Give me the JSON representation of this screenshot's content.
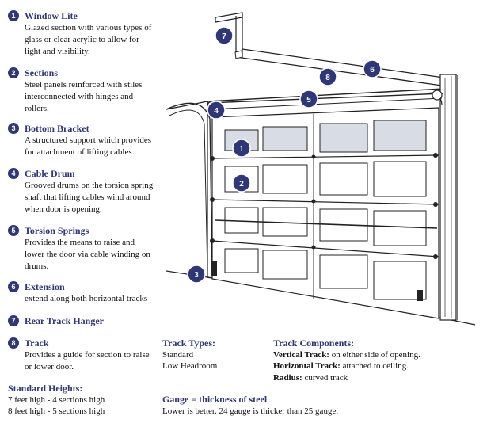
{
  "legend": [
    {
      "num": "1",
      "title": "Window Lite",
      "desc": [
        "Glazed section with various types of",
        "glass or clear acrylic to allow for",
        "light and visibility."
      ]
    },
    {
      "num": "2",
      "title": "Sections",
      "desc": [
        "Steel panels reinforced with stiles",
        "interconnected with hinges and",
        "rollers."
      ]
    },
    {
      "num": "3",
      "title": "Bottom Bracket",
      "desc": [
        "A structured support which provides",
        "for attachment of lifting cables."
      ]
    },
    {
      "num": "4",
      "title": "Cable Drum",
      "desc": [
        "Grooved drums on the torsion spring",
        "shaft that lifting cables wind around",
        "when door is opening."
      ]
    },
    {
      "num": "5",
      "title": "Torsion Springs",
      "desc": [
        "Provides the means to raise and",
        "lower the door via cable winding on",
        "drums."
      ]
    },
    {
      "num": "6",
      "title": "Extension",
      "desc": [
        "extend along both horizontal tracks"
      ]
    },
    {
      "num": "7",
      "title": "Rear Track Hanger",
      "desc": []
    },
    {
      "num": "8",
      "title": "Track",
      "desc": [
        "Provides a guide for section to raise",
        "or lower door."
      ]
    }
  ],
  "track_types": {
    "title": "Track Types:",
    "items": [
      "Standard",
      "Low Headroom"
    ]
  },
  "track_components": {
    "title": "Track Components:",
    "items": [
      {
        "label": "Vertical Track:",
        "text": " on either side of opening."
      },
      {
        "label": "Horizontal Track:",
        "text": " attached to ceiling."
      },
      {
        "label": "Radius:",
        "text": " curved track"
      }
    ]
  },
  "standard_heights": {
    "title": "Standard Heights:",
    "items": [
      "7 feet high - 4 sections high",
      "8 feet high - 5 sections high"
    ]
  },
  "gauge": {
    "title": "Gauge = thickness of steel",
    "text": "Lower is better. 24 gauge is thicker than 25 gauge."
  },
  "callouts": [
    "1",
    "2",
    "3",
    "4",
    "5",
    "6",
    "7",
    "8"
  ],
  "colors": {
    "accent": "#2e3778",
    "line": "#222222"
  }
}
